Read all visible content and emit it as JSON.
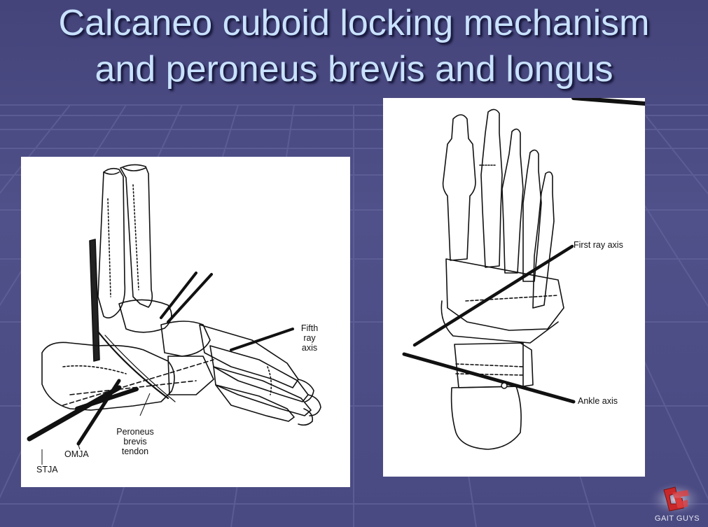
{
  "slide": {
    "title_line1": "Calcaneo cuboid locking mechanism",
    "title_line2": "and peroneus brevis and longus"
  },
  "left_figure": {
    "labels": {
      "fifth_ray_axis_line1": "Fifth ray",
      "fifth_ray_axis_line2": "axis",
      "peroneus_line1": "Peroneus",
      "peroneus_line2": "brevis",
      "peroneus_line3": "tendon",
      "omja": "OMJA",
      "stja": "STJA"
    }
  },
  "right_figure": {
    "labels": {
      "first_ray_axis": "First ray axis",
      "ankle_axis": "Ankle axis"
    }
  },
  "logo": {
    "text": "GAIT GUYS"
  },
  "colors": {
    "background": "#4c4c84",
    "title": "#c9e2ff",
    "logo_red": "#c8282a"
  }
}
